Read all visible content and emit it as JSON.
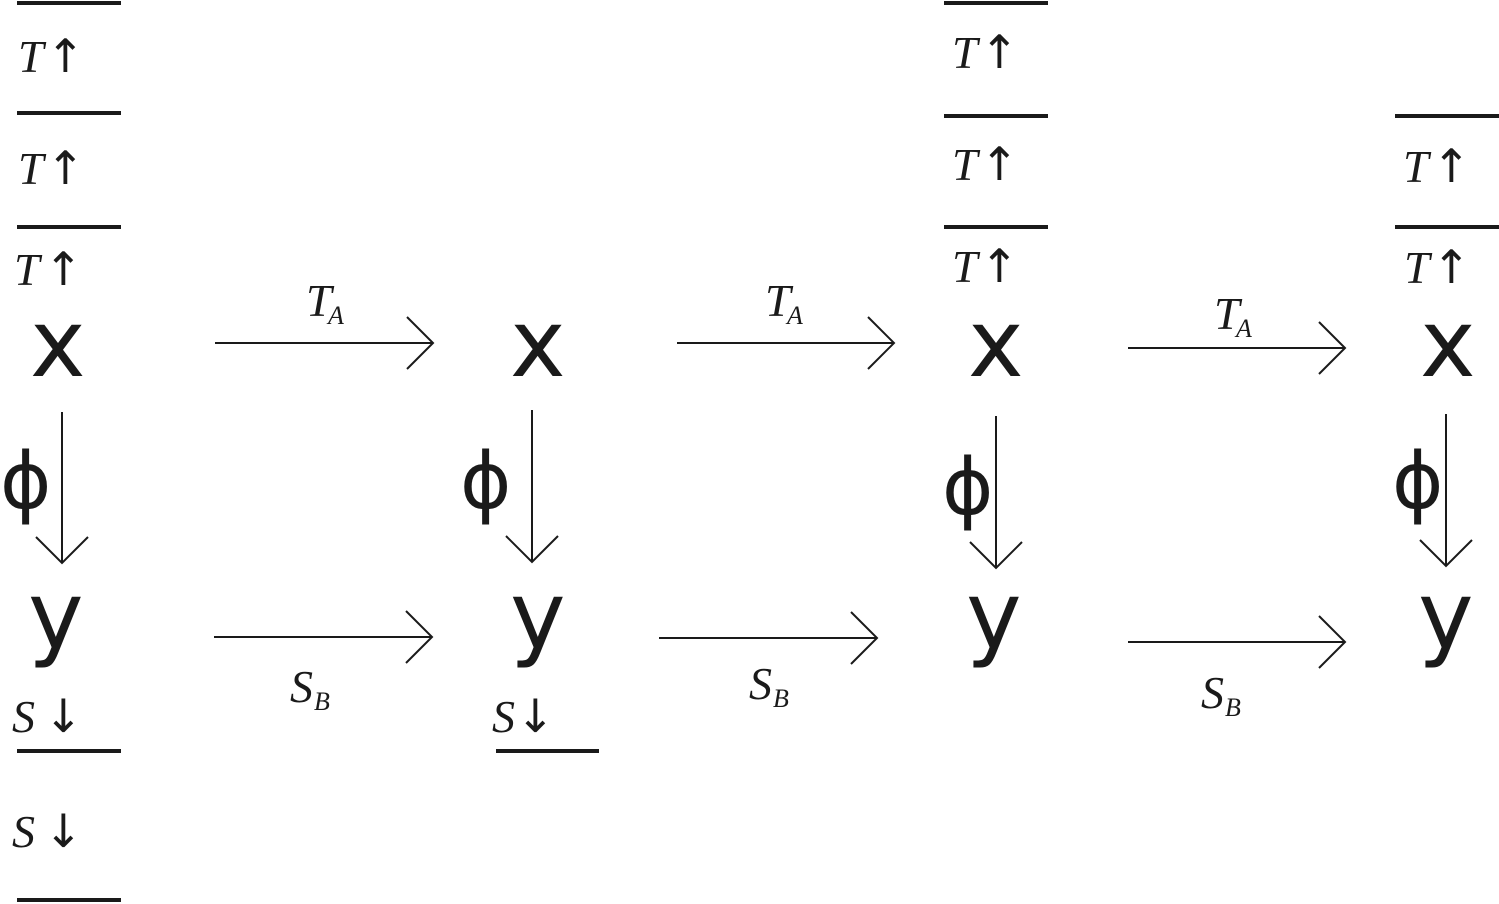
{
  "columns": [
    {
      "object_top": "x",
      "object_bottom": "y",
      "vertical_map": "ϕ",
      "top_stack": [
        {
          "symbol": "T",
          "arrow": "↑"
        },
        {
          "symbol": "T",
          "arrow": "↑"
        },
        {
          "symbol": "T",
          "arrow": "↑"
        }
      ],
      "bottom_stack": [
        {
          "symbol": "S",
          "arrow": "↓"
        },
        {
          "symbol": "S",
          "arrow": "↓"
        }
      ]
    },
    {
      "object_top": "x",
      "object_bottom": "y",
      "vertical_map": "ϕ",
      "top_stack": [],
      "bottom_stack": [
        {
          "symbol": "S",
          "arrow": "↓"
        }
      ]
    },
    {
      "object_top": "x",
      "object_bottom": "y",
      "vertical_map": "ϕ",
      "top_stack": [
        {
          "symbol": "T",
          "arrow": "↑"
        },
        {
          "symbol": "T",
          "arrow": "↑"
        },
        {
          "symbol": "T",
          "arrow": "↑"
        }
      ],
      "bottom_stack": []
    },
    {
      "object_top": "x",
      "object_bottom": "y",
      "vertical_map": "ϕ",
      "top_stack": [
        {
          "symbol": "T",
          "arrow": "↑"
        },
        {
          "symbol": "T",
          "arrow": "↑"
        }
      ],
      "bottom_stack": []
    }
  ],
  "top_maps": [
    {
      "symbol": "T",
      "subscript": "A"
    },
    {
      "symbol": "T",
      "subscript": "A"
    },
    {
      "symbol": "T",
      "subscript": "A"
    }
  ],
  "bottom_maps": [
    {
      "symbol": "S",
      "subscript": "B"
    },
    {
      "symbol": "S",
      "subscript": "B"
    },
    {
      "symbol": "S",
      "subscript": "B"
    }
  ]
}
